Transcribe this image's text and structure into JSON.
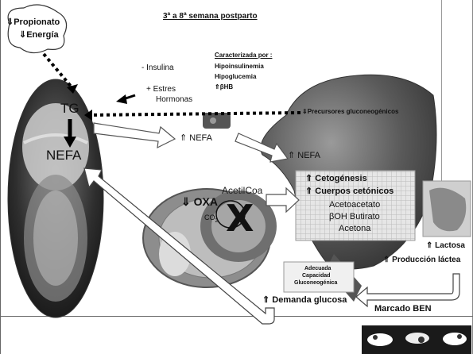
{
  "title": "3ª  a 8ª semana postparto",
  "propionato": {
    "line1": "⇓Propionato",
    "line2": "⇓Energía"
  },
  "hormones": {
    "insulina": "- Insulina",
    "estres": "+ Estres",
    "hormonas": "Hormonas"
  },
  "caracterizada": {
    "heading": "Caracterizada por :",
    "items": [
      "Hipoinsulinemia",
      "Hipoglucemia",
      "⇑βHB"
    ]
  },
  "precursores": "⇓Precursores gluconeogénicos",
  "tg": "TG",
  "nefa_left": "NEFA",
  "nefa_mid": "⇑ NEFA",
  "nefa_liver": "⇑ NEFA",
  "oxa": "⇓ OXA",
  "acetilcoa": "AcetilCoa",
  "co2": "CO",
  "co2_sub": "2",
  "x_mark": "X",
  "cetogenesis": {
    "line1": "⇑ Cetogénesis",
    "line2": "⇑ Cuerpos cetónicos",
    "items": [
      "Acetoacetato",
      "βOH Butirato",
      "Acetona"
    ]
  },
  "adecuada": [
    "Adecuada",
    "Capacidad",
    "Gluconeogénica"
  ],
  "lactosa": "⇑ Lactosa",
  "produccion": "⇑ Producción láctea",
  "demanda": "⇑ Demanda glucosa",
  "marcado": "Marcado BEN",
  "colors": {
    "liver": "#5a5a5a",
    "ketone_box": "#d9d9d9",
    "text": "#111111"
  }
}
